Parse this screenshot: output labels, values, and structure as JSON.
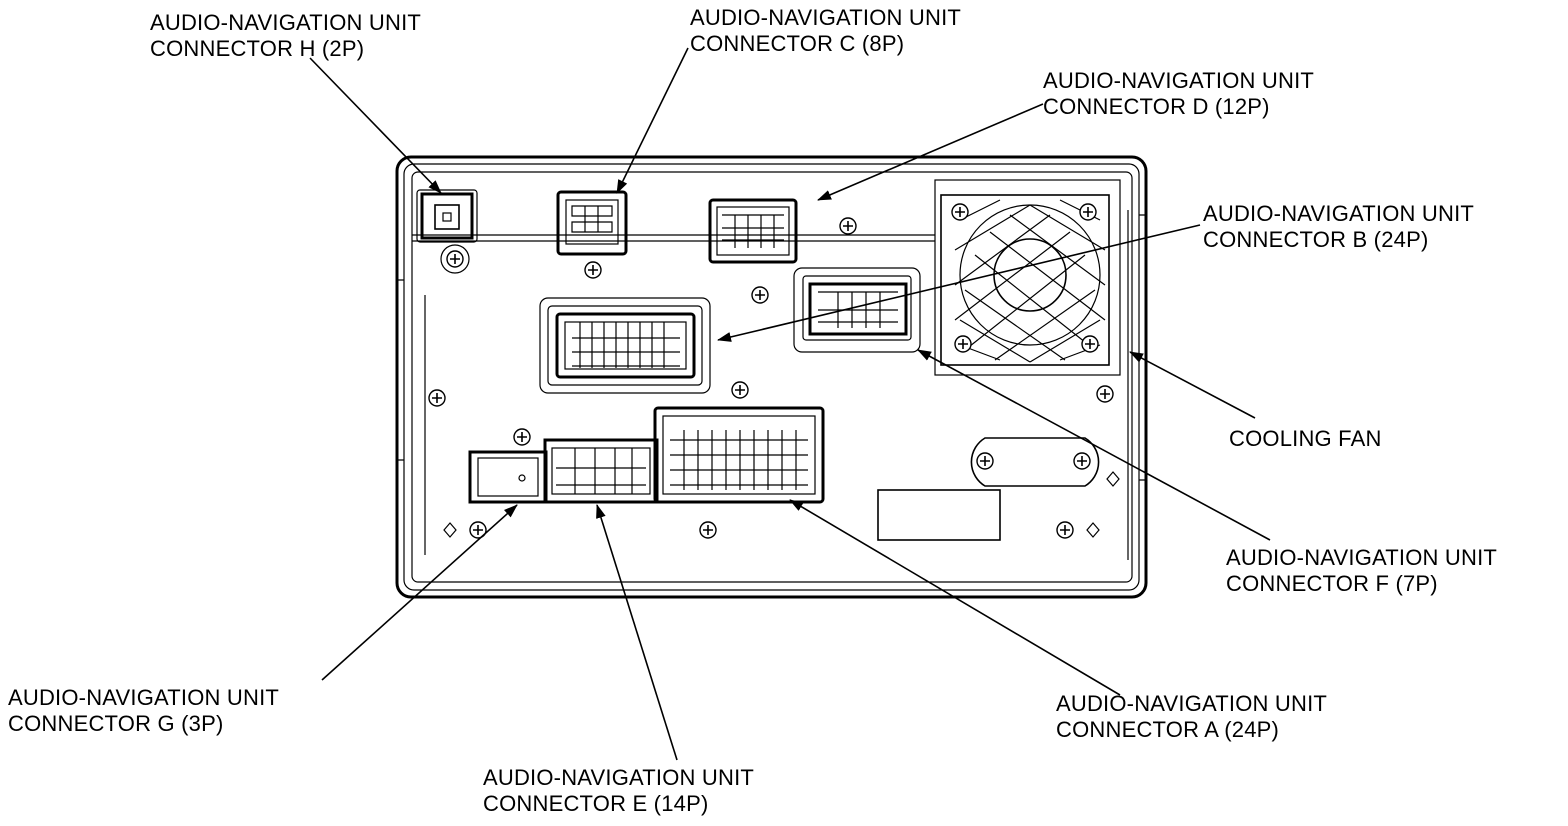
{
  "diagram": {
    "unit": "audio-navigation-unit-rear-view",
    "colors": {
      "line": "#000000",
      "background": "#ffffff"
    },
    "labels": {
      "connector_h": {
        "line1": "AUDIO-NAVIGATION UNIT",
        "line2": "CONNECTOR H (2P)"
      },
      "connector_c": {
        "line1": "AUDIO-NAVIGATION UNIT",
        "line2": "CONNECTOR C (8P)"
      },
      "connector_d": {
        "line1": "AUDIO-NAVIGATION UNIT",
        "line2": "CONNECTOR D (12P)"
      },
      "connector_b": {
        "line1": "AUDIO-NAVIGATION UNIT",
        "line2": "CONNECTOR B (24P)"
      },
      "cooling_fan": {
        "line1": "COOLING FAN"
      },
      "connector_f": {
        "line1": "AUDIO-NAVIGATION UNIT",
        "line2": "CONNECTOR F (7P)"
      },
      "connector_a": {
        "line1": "AUDIO-NAVIGATION UNIT",
        "line2": "CONNECTOR A (24P)"
      },
      "connector_e": {
        "line1": "AUDIO-NAVIGATION UNIT",
        "line2": "CONNECTOR E (14P)"
      },
      "connector_g": {
        "line1": "AUDIO-NAVIGATION UNIT",
        "line2": "CONNECTOR G (3P)"
      }
    }
  }
}
